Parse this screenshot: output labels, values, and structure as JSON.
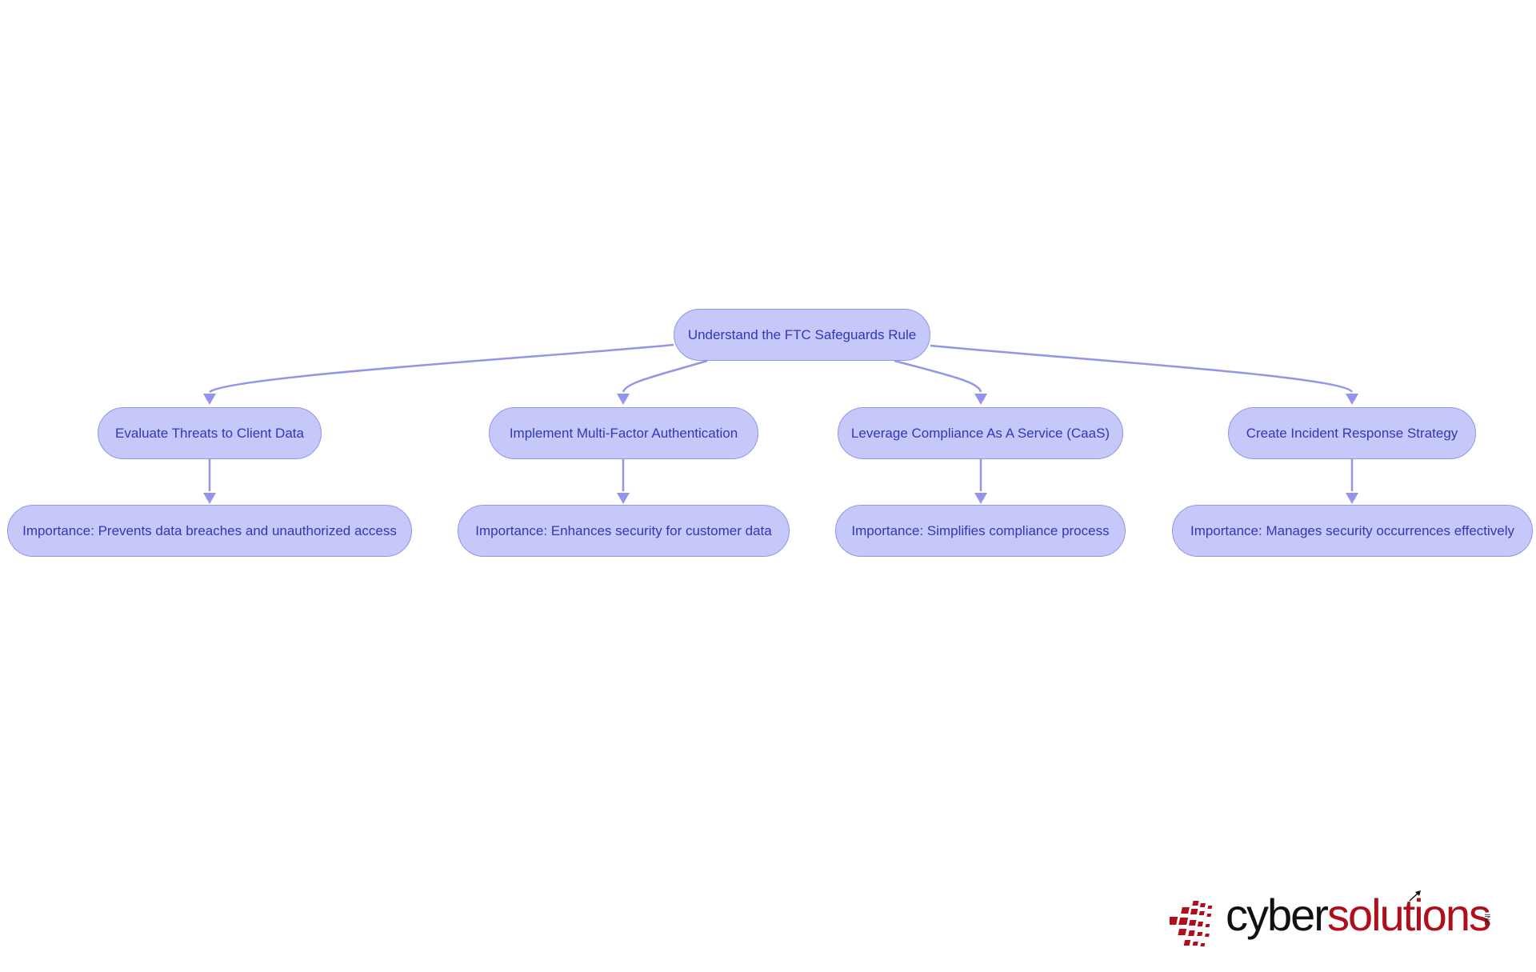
{
  "diagram": {
    "root": {
      "label": "Understand the FTC Safeguards Rule"
    },
    "steps": [
      {
        "label": "Evaluate Threats to Client Data",
        "importance": "Importance: Prevents data breaches and unauthorized access"
      },
      {
        "label": "Implement Multi-Factor Authentication",
        "importance": "Importance: Enhances security for customer data"
      },
      {
        "label": "Leverage Compliance As A Service (CaaS)",
        "importance": "Importance: Simplifies compliance process"
      },
      {
        "label": "Create Incident Response Strategy",
        "importance": "Importance: Manages security occurrences effectively"
      }
    ]
  },
  "logo": {
    "brand_part_1": "cyber",
    "brand_part_2": "solutions",
    "suffix": "INC"
  },
  "colors": {
    "node_fill": "#c7c8fa",
    "node_border": "#9395e8",
    "node_text": "#3336b8",
    "edge": "#9395e8",
    "logo_red": "#b00e1a",
    "logo_black": "#111111"
  }
}
